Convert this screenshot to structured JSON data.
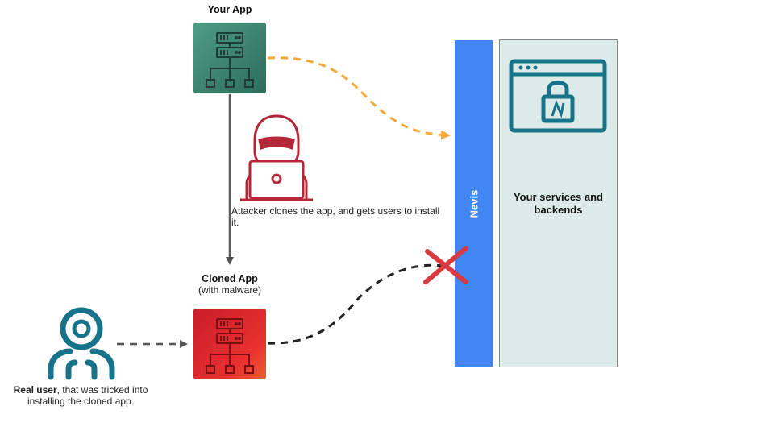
{
  "your_app": {
    "title": "Your App",
    "icon": "server-network-icon",
    "color": "#3f8a74"
  },
  "cloned_app": {
    "title": "Cloned App",
    "subtitle": "(with malware)",
    "icon": "server-network-icon",
    "color": "#d92230"
  },
  "attacker": {
    "icon": "hacker-laptop-icon",
    "caption": "Attacker clones the app, and gets users to install it.",
    "color": "#b52638"
  },
  "real_user": {
    "icon": "user-icon",
    "name": "Real user",
    "caption": ", that was tricked into installing the cloned app.",
    "color": "#16738a"
  },
  "nevis": {
    "label": "Nevis",
    "color": "#4286f4"
  },
  "services": {
    "icon": "browser-lock-icon",
    "label": "Your services and backends",
    "color": "#16738a"
  },
  "flows": {
    "legit": {
      "color": "#f5a93b",
      "style": "dashed"
    },
    "blocked": {
      "color": "#222222",
      "style": "dashed",
      "blocked_icon": "x-mark-icon"
    }
  }
}
